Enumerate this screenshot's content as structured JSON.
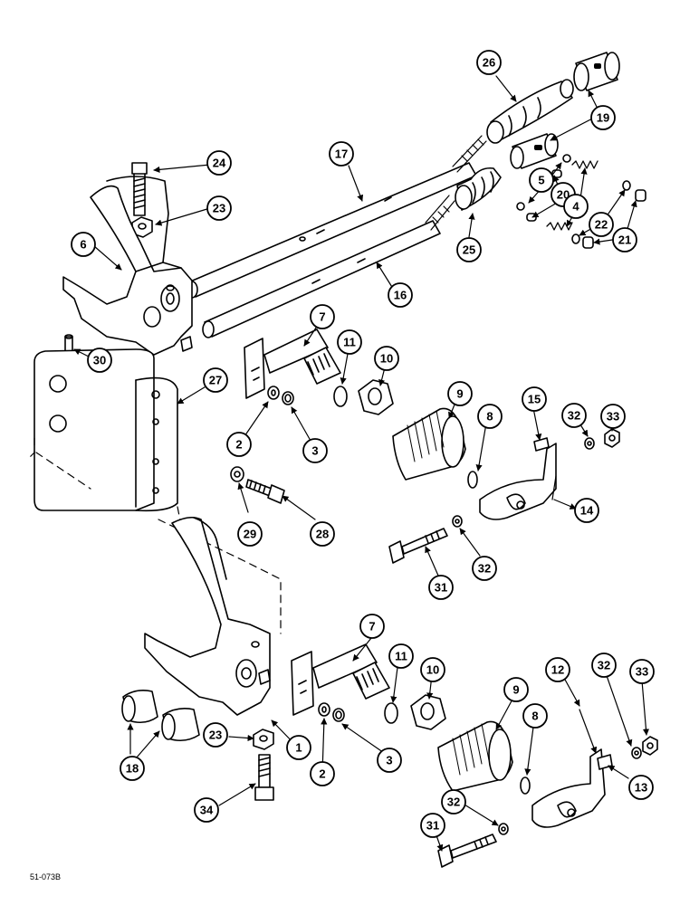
{
  "drawing_code": "51-073B",
  "callouts": [
    {
      "id": "c26",
      "label": "26"
    },
    {
      "id": "c19",
      "label": "19"
    },
    {
      "id": "c17",
      "label": "17"
    },
    {
      "id": "c24",
      "label": "24"
    },
    {
      "id": "c23a",
      "label": "23"
    },
    {
      "id": "c5",
      "label": "5"
    },
    {
      "id": "c20",
      "label": "20"
    },
    {
      "id": "c4",
      "label": "4"
    },
    {
      "id": "c22",
      "label": "22"
    },
    {
      "id": "c21",
      "label": "21"
    },
    {
      "id": "c25",
      "label": "25"
    },
    {
      "id": "c6",
      "label": "6"
    },
    {
      "id": "c16",
      "label": "16"
    },
    {
      "id": "c7a",
      "label": "7"
    },
    {
      "id": "c11a",
      "label": "11"
    },
    {
      "id": "c10a",
      "label": "10"
    },
    {
      "id": "c9a",
      "label": "9"
    },
    {
      "id": "c15",
      "label": "15"
    },
    {
      "id": "c32a",
      "label": "32"
    },
    {
      "id": "c33a",
      "label": "33"
    },
    {
      "id": "c30",
      "label": "30"
    },
    {
      "id": "c27",
      "label": "27"
    },
    {
      "id": "c2a",
      "label": "2"
    },
    {
      "id": "c3a",
      "label": "3"
    },
    {
      "id": "c8a",
      "label": "8"
    },
    {
      "id": "c14",
      "label": "14"
    },
    {
      "id": "c29",
      "label": "29"
    },
    {
      "id": "c28",
      "label": "28"
    },
    {
      "id": "c31a",
      "label": "31"
    },
    {
      "id": "c32b",
      "label": "32"
    },
    {
      "id": "c7b",
      "label": "7"
    },
    {
      "id": "c11b",
      "label": "11"
    },
    {
      "id": "c10b",
      "label": "10"
    },
    {
      "id": "c9b",
      "label": "9"
    },
    {
      "id": "c12",
      "label": "12"
    },
    {
      "id": "c32c",
      "label": "32"
    },
    {
      "id": "c33b",
      "label": "33"
    },
    {
      "id": "c18",
      "label": "18"
    },
    {
      "id": "c1",
      "label": "1"
    },
    {
      "id": "c23b",
      "label": "23"
    },
    {
      "id": "c2b",
      "label": "2"
    },
    {
      "id": "c3b",
      "label": "3"
    },
    {
      "id": "c8b",
      "label": "8"
    },
    {
      "id": "c13",
      "label": "13"
    },
    {
      "id": "c34",
      "label": "34"
    },
    {
      "id": "c32d",
      "label": "32"
    },
    {
      "id": "c31b",
      "label": "31"
    }
  ]
}
